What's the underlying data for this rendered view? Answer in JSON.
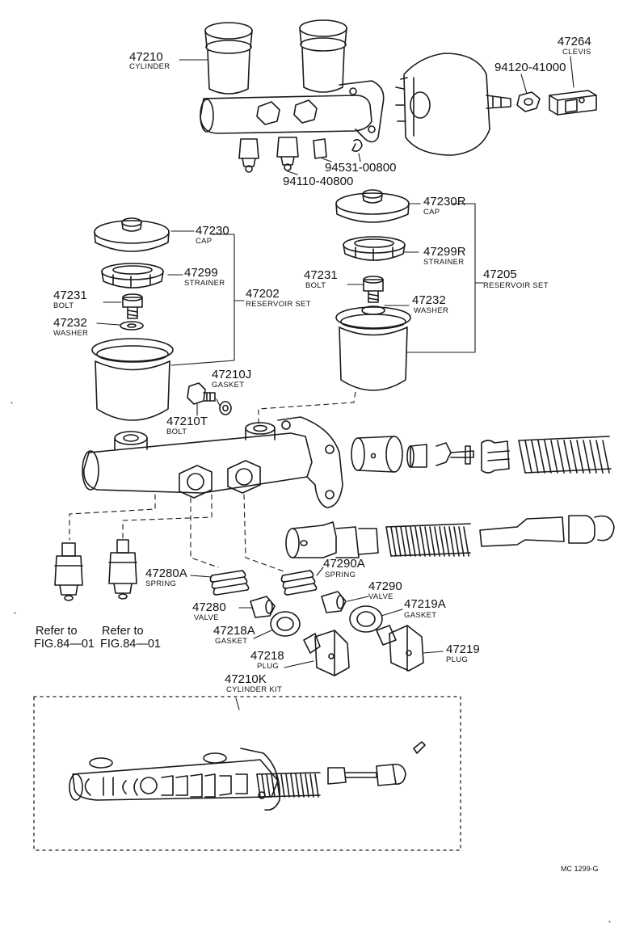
{
  "labels": {
    "p47210": {
      "num": "47210",
      "name": "CYLINDER"
    },
    "p47264": {
      "num": "47264",
      "name": "CLEVIS"
    },
    "p94120": {
      "num": "94120-41000"
    },
    "p94531": {
      "num": "94531-00800"
    },
    "p94110": {
      "num": "94110-40800"
    },
    "p47230": {
      "num": "47230",
      "name": "CAP"
    },
    "p47299": {
      "num": "47299",
      "name": "STRAINER"
    },
    "p47202": {
      "num": "47202",
      "name": "RESERVOIR SET"
    },
    "p47231L": {
      "num": "47231",
      "name": "BOLT"
    },
    "p47232L": {
      "num": "47232",
      "name": "WASHER"
    },
    "p47230R": {
      "num": "47230R",
      "name": "CAP"
    },
    "p47299R": {
      "num": "47299R",
      "name": "STRAINER"
    },
    "p47205": {
      "num": "47205",
      "name": "RESERVOIR SET"
    },
    "p47231R": {
      "num": "47231",
      "name": "BOLT"
    },
    "p47232R": {
      "num": "47232",
      "name": "WASHER"
    },
    "p47210J": {
      "num": "47210J",
      "name": "GASKET"
    },
    "p47210T": {
      "num": "47210T",
      "name": "BOLT"
    },
    "p47280A": {
      "num": "47280A",
      "name": "SPRING"
    },
    "p47290A": {
      "num": "47290A",
      "name": "SPRING"
    },
    "p47290": {
      "num": "47290",
      "name": "VALVE"
    },
    "p47280": {
      "num": "47280",
      "name": "VALVE"
    },
    "p47219A": {
      "num": "47219A",
      "name": "GASKET"
    },
    "p47218A": {
      "num": "47218A",
      "name": "GASKET"
    },
    "p47218": {
      "num": "47218",
      "name": "PLUG"
    },
    "p47219": {
      "num": "47219",
      "name": "PLUG"
    },
    "p47210K": {
      "num": "47210K",
      "name": "CYLINDER KIT"
    }
  },
  "refs": {
    "left": {
      "line1": "Refer to",
      "line2": "FIG.84—01"
    },
    "right": {
      "line1": "Refer to",
      "line2": "FIG.84—01"
    }
  },
  "diagram_code": "MC 1299-G"
}
